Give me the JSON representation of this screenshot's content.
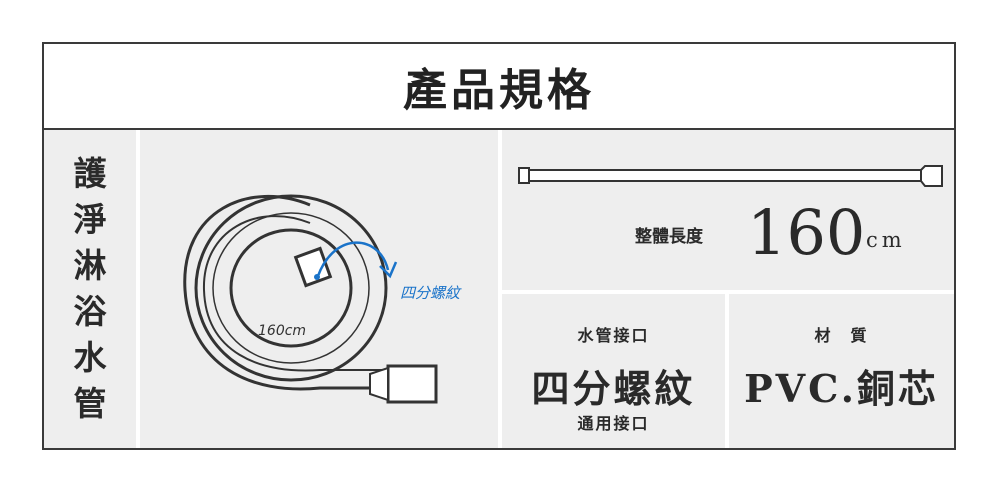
{
  "title": "產品規格",
  "product_name": "護淨淋浴水管",
  "diagram": {
    "length_note": "160cm",
    "thread_note": "四分螺紋"
  },
  "length": {
    "label": "整體長度",
    "value": "160",
    "unit": "cm"
  },
  "thread": {
    "label": "水管接口",
    "value": "四分螺紋",
    "note": "通用接口"
  },
  "material": {
    "label": "材　質",
    "value": "PVC.銅芯"
  },
  "colors": {
    "border": "#3a3a3a",
    "cell": "#eeeeee",
    "accent": "#1a73c9"
  }
}
